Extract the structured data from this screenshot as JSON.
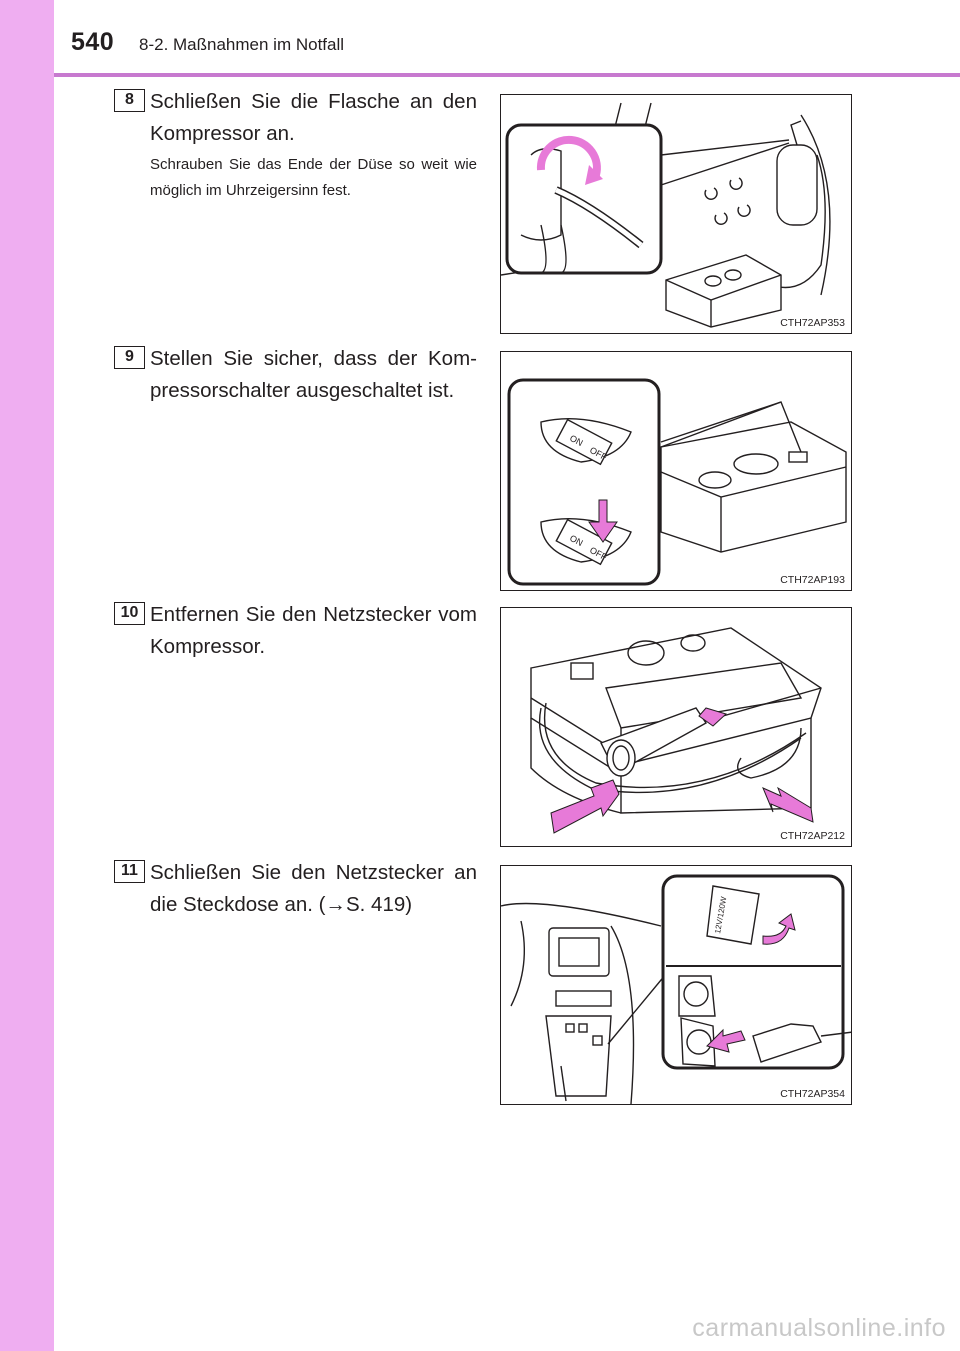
{
  "header": {
    "page_number": "540",
    "section": "8-2. Maßnahmen im Notfall"
  },
  "steps": [
    {
      "number": "8",
      "text": "Schließen Sie die Flasche an den Kompressor an.",
      "note": "Schrauben Sie das Ende der Düse so weit wie möglich im Uhrzeigersinn fest.",
      "figure_code": "CTH72AP353"
    },
    {
      "number": "9",
      "text": "Stellen Sie sicher, dass der Kom-pressorschalter ausgeschaltet ist.",
      "figure_code": "CTH72AP193",
      "switch_labels": {
        "on": "ON",
        "off": "OFF"
      }
    },
    {
      "number": "10",
      "text": "Entfernen Sie den Netzstecker vom Kompressor.",
      "figure_code": "CTH72AP212"
    },
    {
      "number": "11",
      "text": "Schließen Sie den Netzstecker an die Steckdose an. (→S. 419)",
      "figure_code": "CTH72AP354",
      "socket_label": "12V/120W"
    }
  ],
  "watermark": "carmanualsonline.info",
  "colors": {
    "band": "#efaef1",
    "rule": "#c779cf",
    "arrow": "#e77ad8"
  }
}
